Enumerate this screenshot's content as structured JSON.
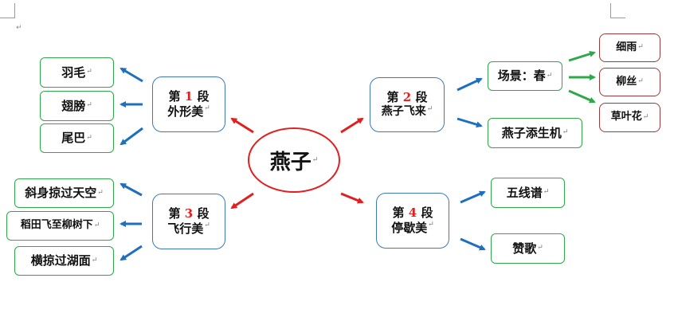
{
  "title": "燕子",
  "paragraph_mark": "↵",
  "sections": [
    {
      "prefix": "第",
      "num": "1",
      "suffix": "段",
      "theme": "外形美",
      "items": [
        "羽毛",
        "翅膀",
        "尾巴"
      ]
    },
    {
      "prefix": "第",
      "num": "2",
      "suffix": "段",
      "theme": "燕子飞来",
      "items": [
        "场景：春",
        "燕子添生机"
      ],
      "sub_items": [
        "细雨",
        "柳丝",
        "草叶花"
      ]
    },
    {
      "prefix": "第",
      "num": "3",
      "suffix": "段",
      "theme": "飞行美",
      "items": [
        "斜身掠过天空",
        "稻田飞至柳树下",
        "横掠过湖面"
      ]
    },
    {
      "prefix": "第",
      "num": "4",
      "suffix": "段",
      "theme": "停歇美",
      "items": [
        "五线谱",
        "赞歌"
      ]
    }
  ],
  "colors": {
    "red_arrow": "#e02020",
    "blue_arrow": "#1f6fbf",
    "green_arrow": "#2fa84a",
    "green_border": "#2fa84a",
    "blue_border": "#3e78b5",
    "maroon_border": "#9a3a3a"
  }
}
